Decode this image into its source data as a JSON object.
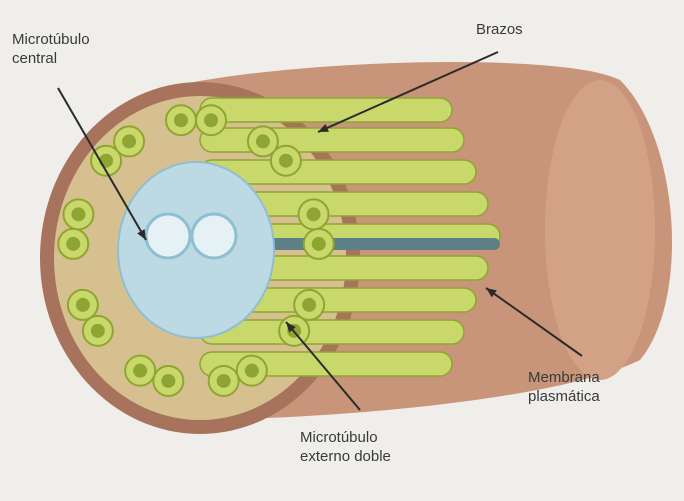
{
  "labels": {
    "central": [
      "Microtúbulo",
      "central"
    ],
    "brazos": "Brazos",
    "membrana": [
      "Membrana",
      "plasmática"
    ],
    "externo": [
      "Microtúbulo",
      "externo doble"
    ]
  },
  "colors": {
    "background": "#efeeeb",
    "membrane": "#c9957a",
    "membrane_dark": "#a8735c",
    "microtubule": "#c9d86a",
    "microtubule_dark": "#8fa532",
    "microtubule_lumen": "#e8efb8",
    "central_sheath": "#bcd9e4",
    "arrow": "#2b2b2b"
  }
}
